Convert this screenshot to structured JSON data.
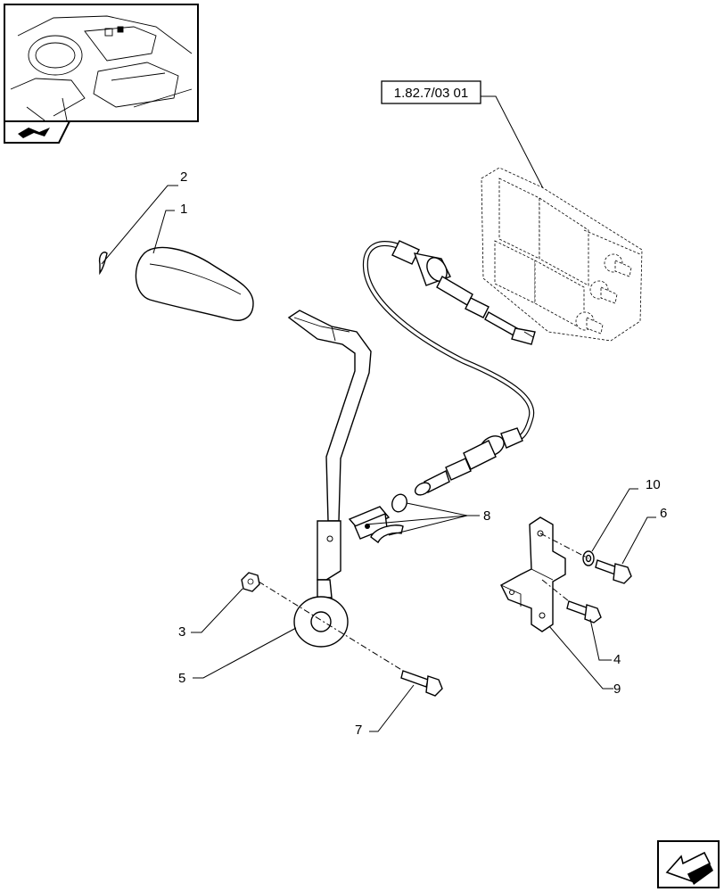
{
  "reference": {
    "code": "1.82.7/03 01"
  },
  "callouts": [
    {
      "id": "c1",
      "text": "1"
    },
    {
      "id": "c2",
      "text": "2"
    },
    {
      "id": "c3",
      "text": "3"
    },
    {
      "id": "c4",
      "text": "4"
    },
    {
      "id": "c5",
      "text": "5"
    },
    {
      "id": "c6",
      "text": "6"
    },
    {
      "id": "c7",
      "text": "7"
    },
    {
      "id": "c8",
      "text": "8"
    },
    {
      "id": "c9",
      "text": "9"
    },
    {
      "id": "c10",
      "text": "10"
    }
  ],
  "icons": {
    "thumbnail": "tractor-cab-location-thumbnail",
    "thumbnail_badge": "direction-arrow-icon",
    "nav": "back-arrow-icon"
  }
}
